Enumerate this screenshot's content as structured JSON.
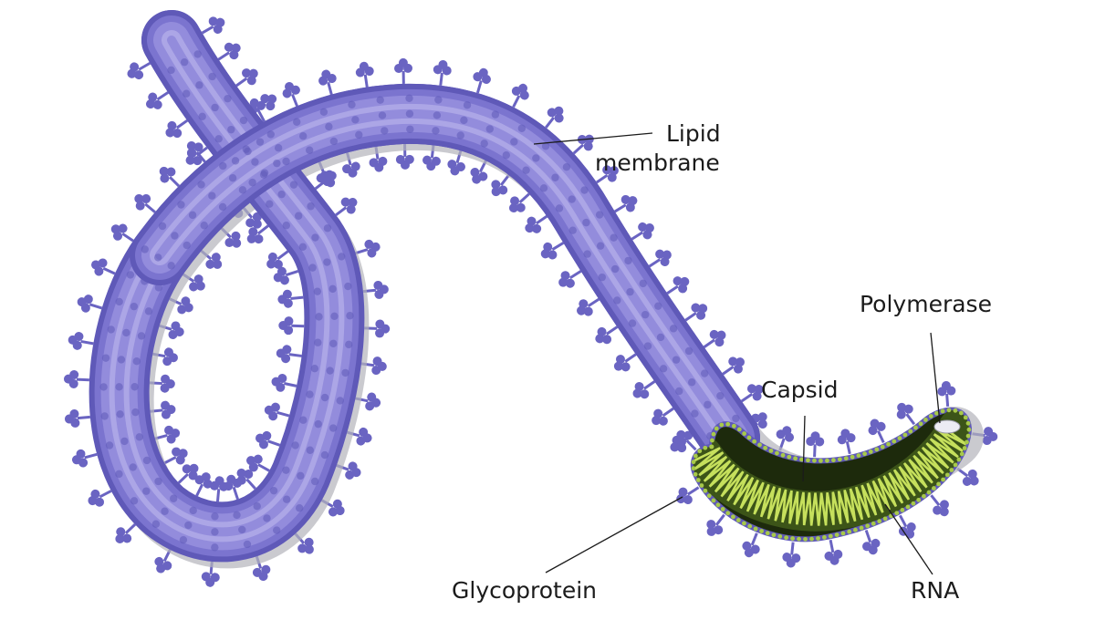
{
  "labels": {
    "lipid_line1": "Lipid",
    "lipid_line2": "membrane",
    "polymerase": "Polymerase",
    "capsid": "Capsid",
    "glycoprotein": "Glycoprotein",
    "rna": "RNA"
  },
  "colors": {
    "membrane_outer": "#5f59b8",
    "membrane_mid": "#7b74cf",
    "membrane_inner": "#938cdc",
    "membrane_highlight": "#aca6e6",
    "spike": "#6a64c2",
    "shadow": "#b3b3bb",
    "capsid_dark": "#1d2a0c",
    "capsid_mid": "#3c5418",
    "rna": "#c6e05c",
    "capsid_dots": "#a7c94a",
    "polymerase": "#ececf4",
    "leader": "#1b1b1b"
  },
  "icons": {
    "glycoprotein_spike": "glycoprotein-spike-icon",
    "polymerase": "polymerase-icon"
  }
}
